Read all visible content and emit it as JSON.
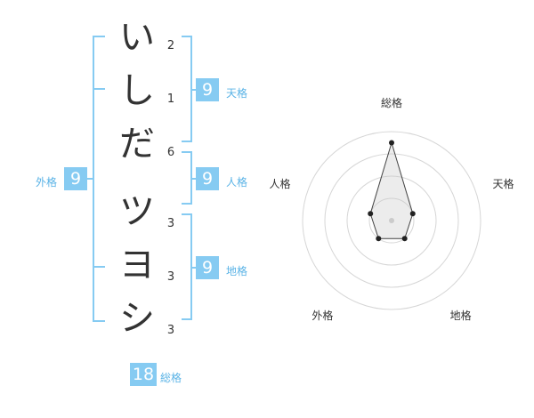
{
  "name": {
    "chars": [
      {
        "char": "い",
        "strokes": "2"
      },
      {
        "char": "し",
        "strokes": "1"
      },
      {
        "char": "だ",
        "strokes": "6"
      },
      {
        "char": "ツ",
        "strokes": "3"
      },
      {
        "char": "ヨ",
        "strokes": "3"
      },
      {
        "char": "シ",
        "strokes": "3"
      }
    ]
  },
  "kaku": {
    "tenkaku": {
      "label": "天格",
      "value": "9"
    },
    "jinkaku": {
      "label": "人格",
      "value": "9"
    },
    "chikaku": {
      "label": "地格",
      "value": "9"
    },
    "gaikaku": {
      "label": "外格",
      "value": "9"
    },
    "soukaku": {
      "label": "総格",
      "value": "18"
    }
  },
  "colors": {
    "accent": "#86cbf2",
    "label": "#5ab3e6",
    "text": "#333333"
  },
  "chart_data": {
    "type": "radar",
    "axes": [
      "総格",
      "天格",
      "地格",
      "外格",
      "人格"
    ],
    "rings": 4,
    "range": [
      0,
      4
    ],
    "values": [
      3.5,
      1.0,
      1.0,
      1.0,
      1.0
    ]
  }
}
